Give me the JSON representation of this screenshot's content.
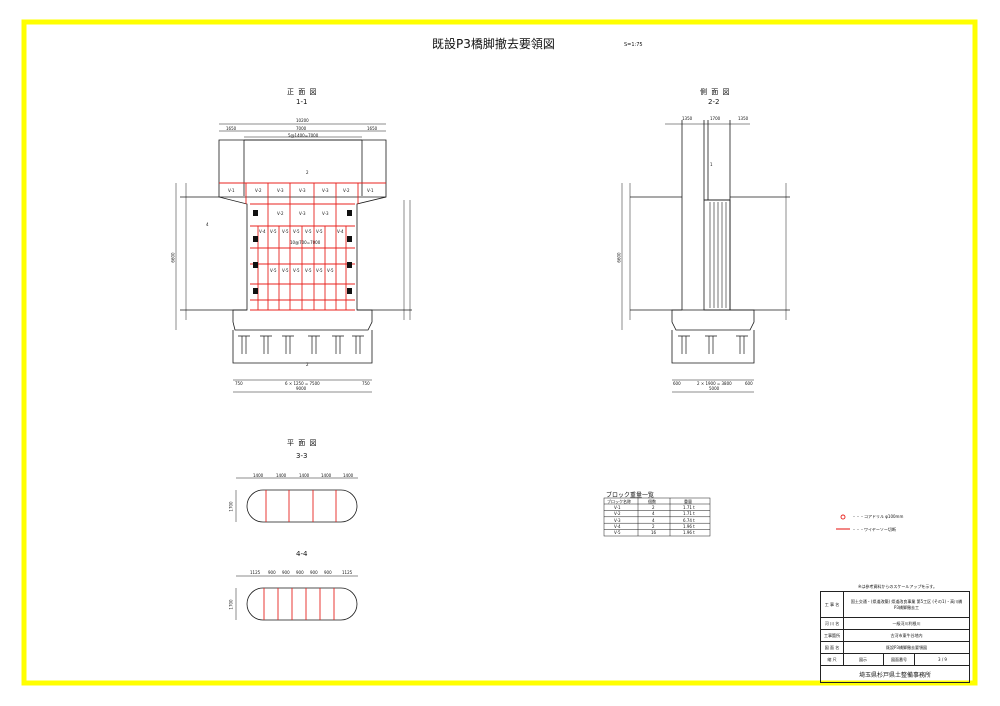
{
  "drawing": {
    "title": "既設P3橋脚撤去要領図",
    "scale": "S=1:75",
    "note": "※は参考資料からのスケールアップを示す。",
    "colors": {
      "frame_border": "#ffff00",
      "line": "#1a1a1a",
      "cut_line": "#e8231f",
      "core": "#e8231f"
    }
  },
  "views": {
    "front": {
      "heading": "正 面 図",
      "section": "1-1",
      "dims": {
        "total_top": "10200",
        "left_over": "1650",
        "inner": "7000",
        "right_over": "1650",
        "cap_inner": "5@1400=7000",
        "height_total": "6600",
        "footing_total": "9000",
        "footing_left": "750",
        "footing_mid": "6 × 1250 = 7500",
        "footing_right": "750",
        "wall_span": "10@700=7000"
      },
      "markers": [
        "2",
        "2",
        "4"
      ]
    },
    "side": {
      "heading": "側 面 図",
      "section": "2-2",
      "dims": {
        "top_left": "1350",
        "top_mid": "1700",
        "top_right": "1350",
        "height_total": "6600",
        "footing_total": "5000",
        "footing_left": "600",
        "footing_mid": "2 × 1900 = 3800",
        "footing_right": "600"
      },
      "markers": [
        "1"
      ]
    },
    "plan33": {
      "heading": "平 面 図",
      "section": "3-3",
      "dims": [
        "1400",
        "1400",
        "1400",
        "1400",
        "1400"
      ],
      "width": "1700"
    },
    "plan44": {
      "section": "4-4",
      "dims": [
        "1125",
        "900",
        "900",
        "900",
        "900",
        "900",
        "1125"
      ],
      "width": "1700"
    }
  },
  "blocks": {
    "top_row": [
      "V-1",
      "V-2",
      "V-3",
      "V-3",
      "V-3",
      "V-2",
      "V-1"
    ],
    "mid_row": [
      "V-2",
      "V-3",
      "V-3"
    ],
    "row3": [
      "V-4",
      "V-5",
      "V-5",
      "V-5",
      "V-5",
      "V-5",
      "V-4"
    ],
    "row4": [
      "V-5",
      "V-5",
      "V-5",
      "V-5",
      "V-5",
      "V-5"
    ]
  },
  "block_table": {
    "title": "ブロック重量一覧",
    "headers": [
      "ブロック名称",
      "個数",
      "重量"
    ],
    "rows": [
      [
        "V-1",
        "2",
        "1.71 t"
      ],
      [
        "V-2",
        "4",
        "1.71 t"
      ],
      [
        "V-3",
        "4",
        "6.74 t"
      ],
      [
        "V-4",
        "2",
        "1.96 t"
      ],
      [
        "V-5",
        "16",
        "1.96 t"
      ]
    ]
  },
  "legend": [
    {
      "symbol": "core",
      "label": "・・・コアドリル φ100mm"
    },
    {
      "symbol": "cut",
      "label": "・・・ワイヤーソー切断"
    }
  ],
  "title_block": {
    "rows": [
      {
        "key": "工 事 名",
        "value": "国土交通・(県道改築) 県道改良事業 第5工区 (その1)・高川橋P3橋脚撤去工"
      },
      {
        "key": "河 川 名",
        "value": "一級河川利根川"
      },
      {
        "key": "工事箇所",
        "value": "古河市東牛谷地内"
      },
      {
        "key": "図 面 名",
        "value": "既設P3橋脚撤去要領図"
      },
      {
        "key": "縮  尺",
        "value": "図示",
        "extra_key": "図面番号",
        "extra_value": "3 / 9"
      }
    ],
    "office": "埼玉県杉戸県土整備事務所"
  }
}
